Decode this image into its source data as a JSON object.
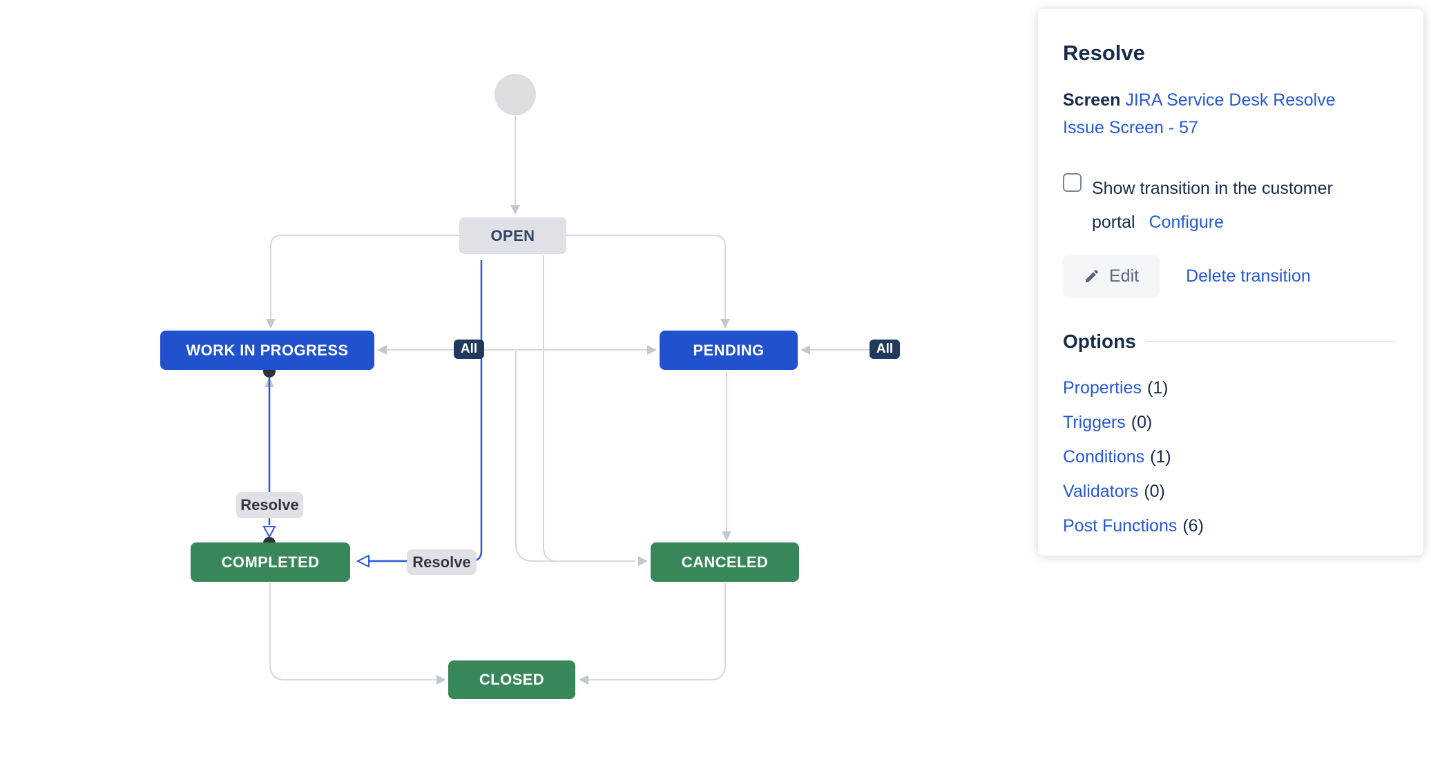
{
  "colors": {
    "node-blue": "#2152ce",
    "node-green": "#38875a",
    "node-gray": "#dfe1e6",
    "node-gray-text": "#344563",
    "chip-navy": "#20395c",
    "edge-gray": "#d5d8de",
    "arrow-gray": "#c2c7d0",
    "edge-blue": "#2b57d8",
    "link-blue": "#2458d8",
    "text-dark": "#172b4d",
    "label-text": "#33373d"
  },
  "diagram": {
    "nodes": {
      "open": {
        "label": "OPEN"
      },
      "wip": {
        "label": "WORK IN PROGRESS"
      },
      "pending": {
        "label": "PENDING"
      },
      "completed": {
        "label": "COMPLETED"
      },
      "canceled": {
        "label": "CANCELED"
      },
      "closed": {
        "label": "CLOSED"
      }
    },
    "edge_labels": {
      "all": "All",
      "resolve": "Resolve"
    }
  },
  "panel": {
    "title": "Resolve",
    "screen_label": "Screen",
    "screen_link": "JIRA Service Desk Resolve Issue Screen - 57",
    "checkbox_label": "Show transition in the customer portal",
    "configure_label": "Configure",
    "edit_label": "Edit",
    "delete_label": "Delete transition",
    "options_title": "Options",
    "options": [
      {
        "label": "Properties",
        "count": "(1)"
      },
      {
        "label": "Triggers",
        "count": "(0)"
      },
      {
        "label": "Conditions",
        "count": "(1)"
      },
      {
        "label": "Validators",
        "count": "(0)"
      },
      {
        "label": "Post Functions",
        "count": "(6)"
      }
    ]
  }
}
